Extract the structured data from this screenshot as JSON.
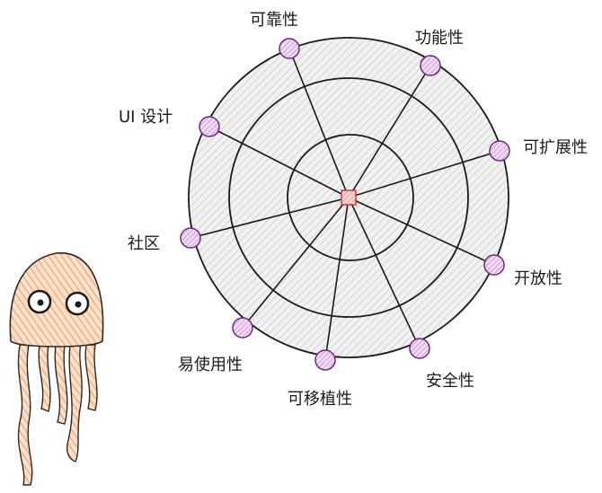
{
  "diagram": {
    "title": "",
    "axes": [
      {
        "name": "可靠性"
      },
      {
        "name": "功能性"
      },
      {
        "name": "可扩展性"
      },
      {
        "name": "开放性"
      },
      {
        "name": "安全性"
      },
      {
        "name": "可移植性"
      },
      {
        "name": "易使用性"
      },
      {
        "name": "社区"
      },
      {
        "name": "UI 设计"
      }
    ],
    "rings": 3,
    "colors": {
      "ring_fill": "#e6e6e6",
      "stroke": "#1a1a1a",
      "node_fill": "#e3b8ec",
      "node_stroke": "#8a4a9a",
      "center_fill": "#f4b4b4",
      "center_stroke": "#c43a3a",
      "jellyfish_body": "#f6b27c",
      "jellyfish_stroke": "#2a2a2a"
    },
    "mascot": "jellyfish-icon"
  }
}
